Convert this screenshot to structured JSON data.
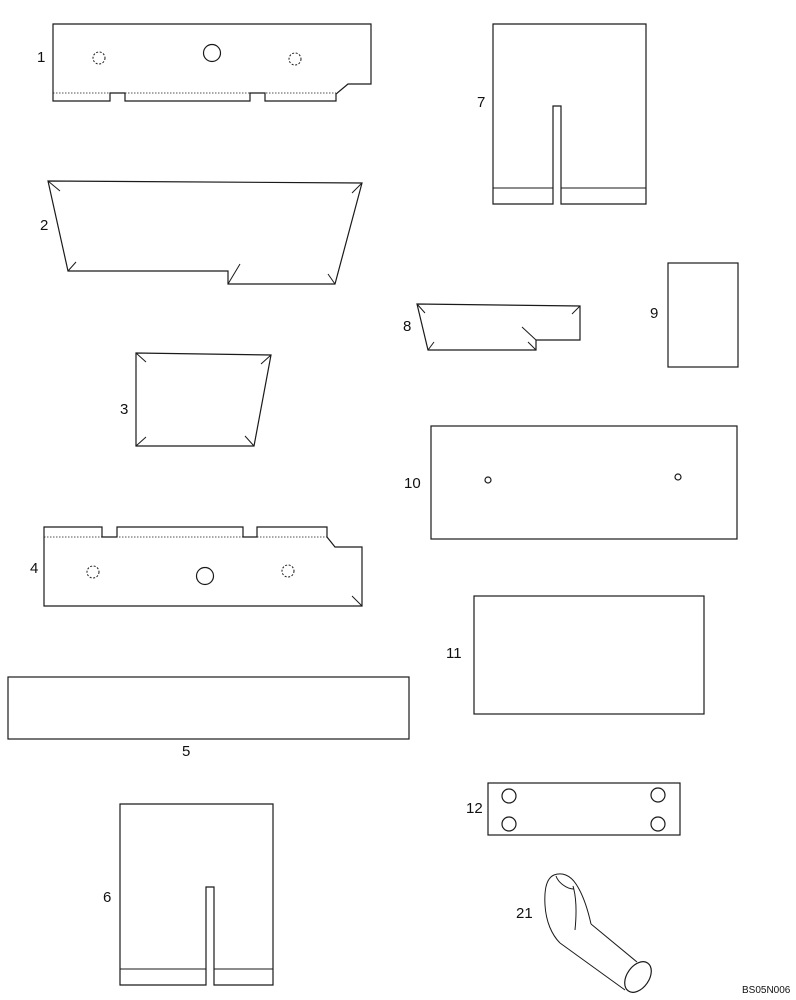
{
  "diagram": {
    "parts": [
      {
        "label": "1"
      },
      {
        "label": "2"
      },
      {
        "label": "3"
      },
      {
        "label": "4"
      },
      {
        "label": "5"
      },
      {
        "label": "6"
      },
      {
        "label": "7"
      },
      {
        "label": "8"
      },
      {
        "label": "9"
      },
      {
        "label": "10"
      },
      {
        "label": "11"
      },
      {
        "label": "12"
      },
      {
        "label": "21"
      }
    ],
    "figure_code": "BS05N006"
  }
}
